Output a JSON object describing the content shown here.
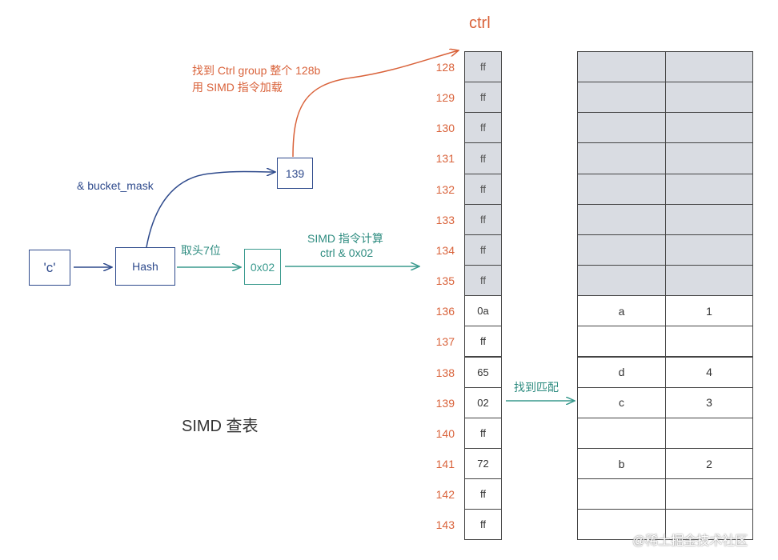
{
  "title": "SIMD 查表",
  "ctrl_header": "ctrl",
  "input_key": "'c'",
  "hash_label": "Hash",
  "h2_value": "0x02",
  "bucket_value": "139",
  "labels": {
    "bucket_mask": "& bucket_mask",
    "take_top7": "取头7位",
    "load_line1": "找到 Ctrl group 整个 128b",
    "load_line2": "用 SIMD 指令加载",
    "simd_line1": "SIMD 指令计算",
    "simd_line2": "ctrl & 0x02",
    "found_match": "找到匹配"
  },
  "ctrl_rows": [
    {
      "index": "128",
      "value": "ff",
      "filled": true
    },
    {
      "index": "129",
      "value": "ff",
      "filled": true
    },
    {
      "index": "130",
      "value": "ff",
      "filled": true
    },
    {
      "index": "131",
      "value": "ff",
      "filled": true
    },
    {
      "index": "132",
      "value": "ff",
      "filled": true
    },
    {
      "index": "133",
      "value": "ff",
      "filled": true
    },
    {
      "index": "134",
      "value": "ff",
      "filled": true
    },
    {
      "index": "135",
      "value": "ff",
      "filled": true
    },
    {
      "index": "136",
      "value": "0a",
      "filled": false
    },
    {
      "index": "137",
      "value": "ff",
      "filled": false
    },
    {
      "index": "138",
      "value": "65",
      "filled": false
    },
    {
      "index": "139",
      "value": "02",
      "filled": false
    },
    {
      "index": "140",
      "value": "ff",
      "filled": false
    },
    {
      "index": "141",
      "value": "72",
      "filled": false
    },
    {
      "index": "142",
      "value": "ff",
      "filled": false
    },
    {
      "index": "143",
      "value": "ff",
      "filled": false
    }
  ],
  "slot_rows": [
    {
      "key": "",
      "value": "",
      "filled": true
    },
    {
      "key": "",
      "value": "",
      "filled": true
    },
    {
      "key": "",
      "value": "",
      "filled": true
    },
    {
      "key": "",
      "value": "",
      "filled": true
    },
    {
      "key": "",
      "value": "",
      "filled": true
    },
    {
      "key": "",
      "value": "",
      "filled": true
    },
    {
      "key": "",
      "value": "",
      "filled": true
    },
    {
      "key": "",
      "value": "",
      "filled": true
    },
    {
      "key": "a",
      "value": "1",
      "filled": false
    },
    {
      "key": "",
      "value": "",
      "filled": false
    },
    {
      "key": "d",
      "value": "4",
      "filled": false
    },
    {
      "key": "c",
      "value": "3",
      "filled": false
    },
    {
      "key": "",
      "value": "",
      "filled": false
    },
    {
      "key": "b",
      "value": "2",
      "filled": false
    },
    {
      "key": "",
      "value": "",
      "filled": false
    },
    {
      "key": "",
      "value": "",
      "filled": false
    }
  ],
  "watermark": "@稀土掘金技术社区",
  "colors": {
    "blue": "#2e4a8c",
    "teal": "#3a9a8e",
    "orange": "#d9623a",
    "filled_cell": "#d9dce2"
  }
}
